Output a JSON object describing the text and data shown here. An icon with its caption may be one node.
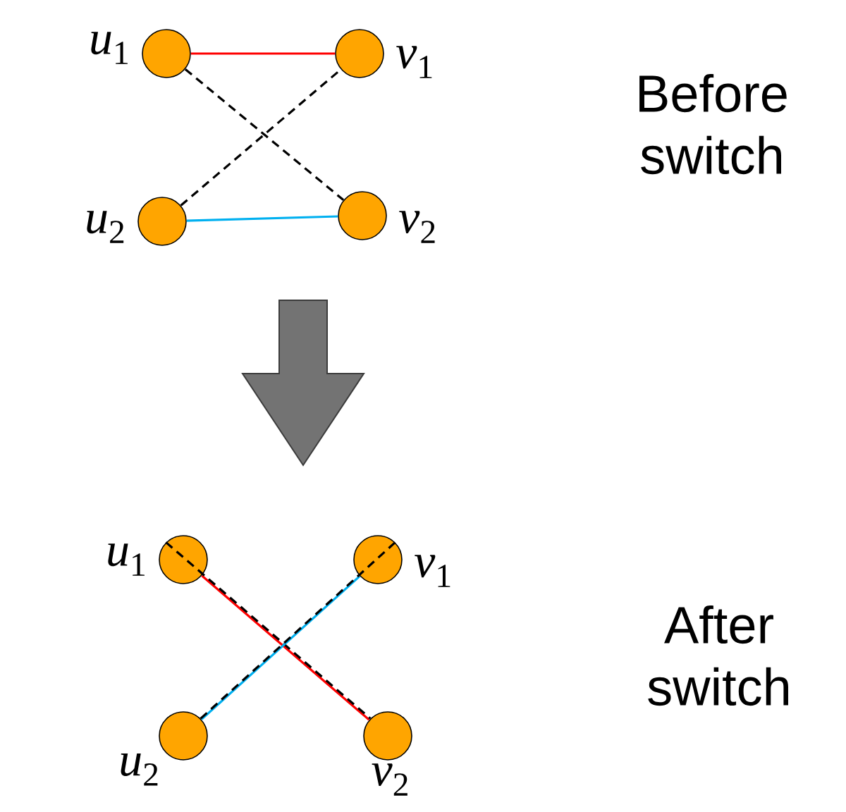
{
  "diagram": {
    "nodes": [
      {
        "text": [],
        "shape": "circle",
        "beside": [
          "*u*$_{1}$"
        ]
      },
      {
        "text": [],
        "shape": "circle",
        "beside": [
          "*v*$_{1}$"
        ]
      },
      {
        "text": [],
        "shape": "circle",
        "beside": [
          "*u*$_{2}$"
        ]
      },
      {
        "text": [],
        "shape": "circle",
        "beside": [
          "*v*$_{2}$"
        ]
      },
      {
        "text": [],
        "shape": "circle",
        "beside": [
          "*u*$_{1}$"
        ]
      },
      {
        "text": [],
        "shape": "circle",
        "beside": [
          "*v*$_{1}$"
        ]
      },
      {
        "text": [],
        "shape": "circle",
        "beside": [
          "*u*$_{2}$"
        ]
      },
      {
        "text": [],
        "shape": "circle",
        "beside": [
          "*v*$_{2}$"
        ]
      }
    ],
    "edges": [
      {
        "from": 0,
        "to": 1,
        "arrow": "none",
        "color": "#ff0000"
      },
      {
        "from": 0,
        "to": 3,
        "arrow": "none",
        "style": "dashed"
      },
      {
        "from": 2,
        "to": 1,
        "arrow": "none",
        "style": "dashed"
      },
      {
        "from": 2,
        "to": 3,
        "arrow": "none",
        "color": "#00b0f0"
      },
      {
        "from": 4,
        "to": 7,
        "arrow": "none",
        "color": "#ff0000"
      },
      {
        "from": 4,
        "to": 7,
        "arrow": "none",
        "style": "dashed"
      },
      {
        "from": 6,
        "to": 5,
        "arrow": "none",
        "color": "#00b0f0"
      },
      {
        "from": 6,
        "to": 5,
        "arrow": "none",
        "style": "dashed"
      }
    ],
    "labels": [
      "Before switch",
      "After switch"
    ]
  }
}
